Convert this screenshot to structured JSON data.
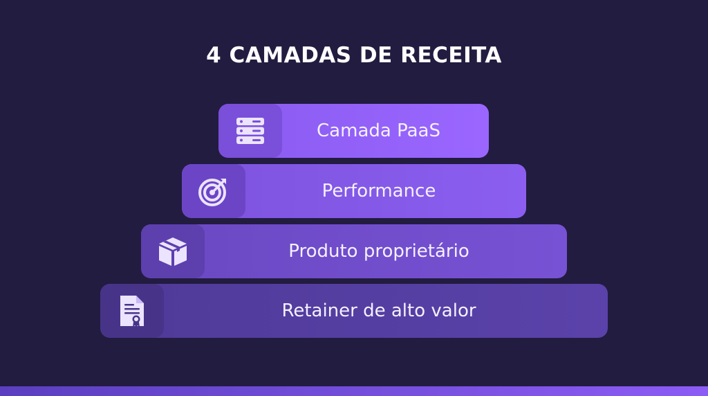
{
  "title": "4 CAMADAS DE RECEITA",
  "layers": [
    {
      "label": "Camada PaaS",
      "icon": "server-icon"
    },
    {
      "label": "Performance",
      "icon": "target-icon"
    },
    {
      "label": "Produto proprietário",
      "icon": "box-icon"
    },
    {
      "label": "Retainer de alto valor",
      "icon": "certificate-document-icon"
    }
  ],
  "colors": {
    "background": "#221c40",
    "accent": "#9a66ff",
    "text": "#ffffff"
  }
}
